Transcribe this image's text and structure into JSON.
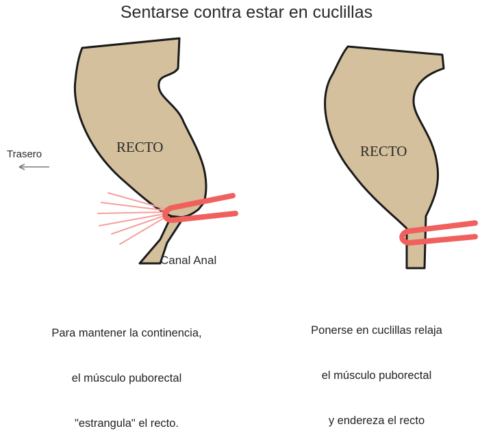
{
  "title": "Sentarse contra estar en cuclillas",
  "left_panel": {
    "organ_label": "RECTO",
    "direction_label": "Trasero",
    "canal_label": "Canal Anal",
    "caption_lines": [
      "Para mantener la continencia,",
      "el músculo puborectal",
      "\"estrangula\" el recto."
    ]
  },
  "right_panel": {
    "organ_label": "RECTO",
    "caption_lines": [
      "Ponerse en cuclillas relaja",
      "el músculo puborectal",
      "y endereza el recto"
    ]
  },
  "colors": {
    "rectum_fill": "#d4c09c",
    "outline": "#1a1a1a",
    "muscle": "#f0605c",
    "pressure_lines": "#f5a09c",
    "arrow": "#7a7a7a"
  }
}
